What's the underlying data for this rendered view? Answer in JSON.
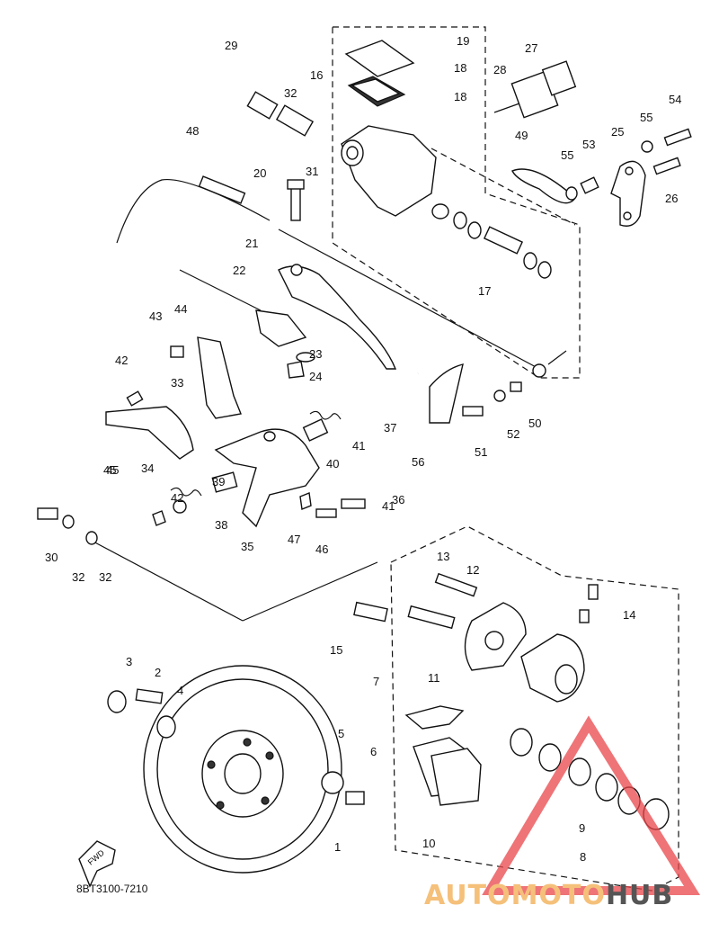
{
  "diagram": {
    "part_code": "8BT3100-7210",
    "fwd_label": "FWD",
    "callouts": [
      "1",
      "2",
      "3",
      "4",
      "5",
      "6",
      "7",
      "8",
      "9",
      "10",
      "11",
      "12",
      "13",
      "14",
      "15",
      "16",
      "17",
      "18",
      "18",
      "19",
      "20",
      "21",
      "22",
      "23",
      "24",
      "25",
      "26",
      "27",
      "28",
      "29",
      "30",
      "31",
      "32",
      "32",
      "32",
      "33",
      "34",
      "35",
      "36",
      "37",
      "38",
      "39",
      "40",
      "41",
      "41",
      "42",
      "42",
      "43",
      "44",
      "45",
      "45",
      "46",
      "47",
      "48",
      "49",
      "50",
      "51",
      "52",
      "53",
      "54",
      "55",
      "55",
      "56"
    ]
  },
  "watermark": {
    "text_part1": "AUTO",
    "text_part2": "MOTO",
    "text_part3": "HUB",
    "color_light": "#f5c07a",
    "color_red": "#e8454a",
    "color_dark": "#555555"
  }
}
